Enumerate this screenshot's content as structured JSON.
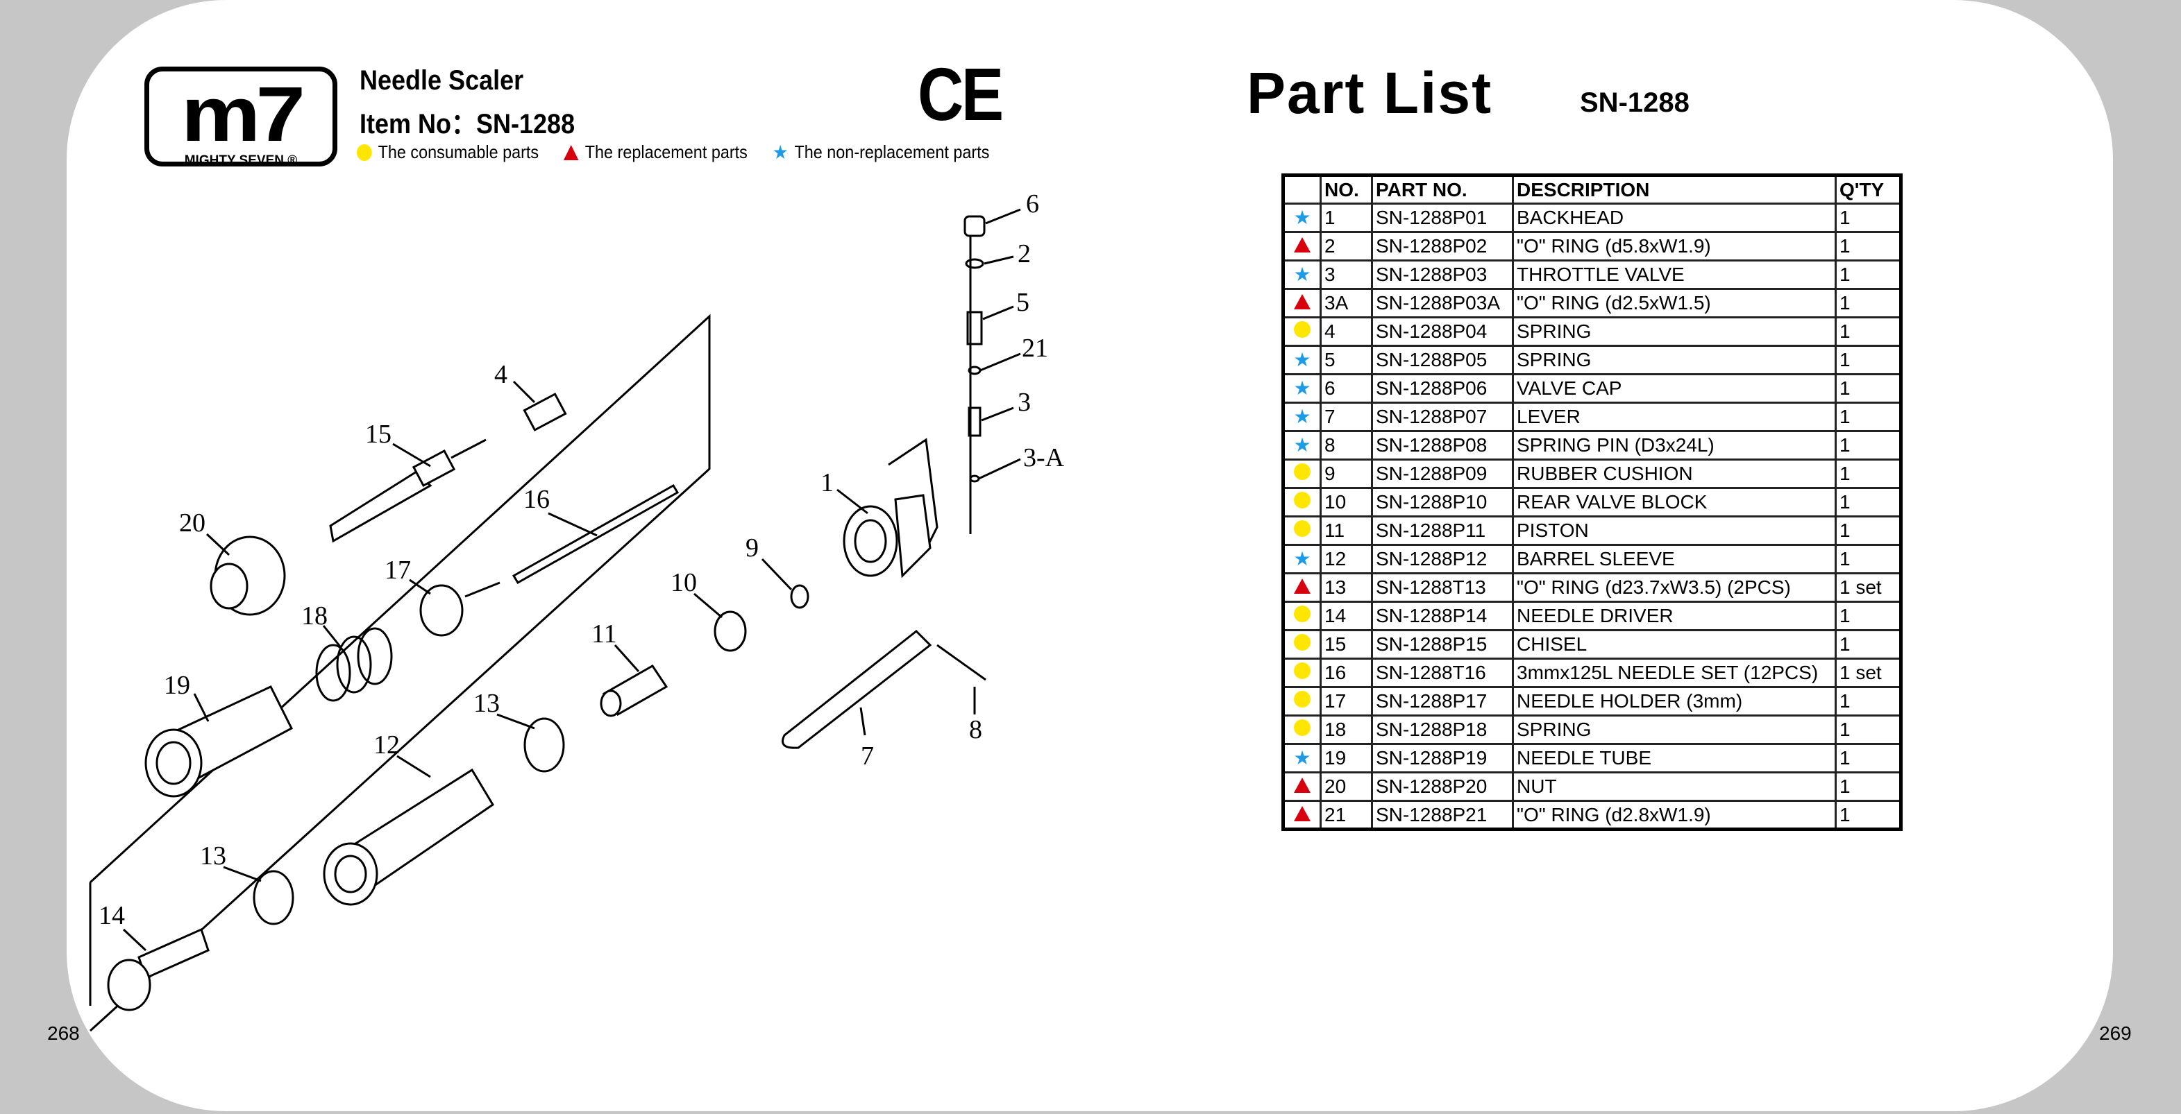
{
  "brand": {
    "logo_text": "m7",
    "logo_sub": "MIGHTY SEVEN ®"
  },
  "header": {
    "product": "Needle Scaler",
    "item_label": "Item No：SN-1288",
    "ce": "CE"
  },
  "legend": [
    {
      "icon": "yellow-circle",
      "label": "The consumable parts",
      "color": "#ffe600"
    },
    {
      "icon": "red-triangle",
      "label": "The replacement parts",
      "color": "#d7000f"
    },
    {
      "icon": "blue-star",
      "label": "The non-replacement parts",
      "color": "#1e9be6"
    }
  ],
  "part_list": {
    "title": "Part List",
    "model": "SN-1288",
    "columns": [
      "NO.",
      "PART NO.",
      "DESCRIPTION",
      "Q'TY"
    ],
    "rows": [
      {
        "type": "star",
        "no": "1",
        "part": "SN-1288P01",
        "desc": "BACKHEAD",
        "qty": "1"
      },
      {
        "type": "tri",
        "no": "2",
        "part": "SN-1288P02",
        "desc": "\"O\" RING (d5.8xW1.9)",
        "qty": "1"
      },
      {
        "type": "star",
        "no": "3",
        "part": "SN-1288P03",
        "desc": "THROTTLE VALVE",
        "qty": "1"
      },
      {
        "type": "tri",
        "no": "3A",
        "part": "SN-1288P03A",
        "desc": "\"O\" RING (d2.5xW1.5)",
        "qty": "1"
      },
      {
        "type": "dot",
        "no": "4",
        "part": "SN-1288P04",
        "desc": "SPRING",
        "qty": "1"
      },
      {
        "type": "star",
        "no": "5",
        "part": "SN-1288P05",
        "desc": "SPRING",
        "qty": "1"
      },
      {
        "type": "star",
        "no": "6",
        "part": "SN-1288P06",
        "desc": "VALVE CAP",
        "qty": "1"
      },
      {
        "type": "star",
        "no": "7",
        "part": "SN-1288P07",
        "desc": "LEVER",
        "qty": "1"
      },
      {
        "type": "star",
        "no": "8",
        "part": "SN-1288P08",
        "desc": "SPRING PIN (D3x24L)",
        "qty": "1"
      },
      {
        "type": "dot",
        "no": "9",
        "part": "SN-1288P09",
        "desc": "RUBBER CUSHION",
        "qty": "1"
      },
      {
        "type": "dot",
        "no": "10",
        "part": "SN-1288P10",
        "desc": "REAR VALVE BLOCK",
        "qty": "1"
      },
      {
        "type": "dot",
        "no": "11",
        "part": "SN-1288P11",
        "desc": "PISTON",
        "qty": "1"
      },
      {
        "type": "star",
        "no": "12",
        "part": "SN-1288P12",
        "desc": "BARREL SLEEVE",
        "qty": "1"
      },
      {
        "type": "tri",
        "no": "13",
        "part": "SN-1288T13",
        "desc": "\"O\" RING (d23.7xW3.5) (2PCS)",
        "qty": "1 set"
      },
      {
        "type": "dot",
        "no": "14",
        "part": "SN-1288P14",
        "desc": "NEEDLE DRIVER",
        "qty": "1"
      },
      {
        "type": "dot",
        "no": "15",
        "part": "SN-1288P15",
        "desc": "CHISEL",
        "qty": "1"
      },
      {
        "type": "dot",
        "no": "16",
        "part": "SN-1288T16",
        "desc": "3mmx125L NEEDLE SET (12PCS)",
        "qty": "1 set"
      },
      {
        "type": "dot",
        "no": "17",
        "part": "SN-1288P17",
        "desc": "NEEDLE HOLDER (3mm)",
        "qty": "1"
      },
      {
        "type": "dot",
        "no": "18",
        "part": "SN-1288P18",
        "desc": "SPRING",
        "qty": "1"
      },
      {
        "type": "star",
        "no": "19",
        "part": "SN-1288P19",
        "desc": "NEEDLE TUBE",
        "qty": "1"
      },
      {
        "type": "tri",
        "no": "20",
        "part": "SN-1288P20",
        "desc": "NUT",
        "qty": "1"
      },
      {
        "type": "tri",
        "no": "21",
        "part": "SN-1288P21",
        "desc": "\"O\" RING (d2.8xW1.9)",
        "qty": "1"
      }
    ]
  },
  "diagram_labels": [
    "6",
    "2",
    "5",
    "21",
    "3",
    "3-A",
    "1",
    "4",
    "15",
    "16",
    "20",
    "17",
    "9",
    "10",
    "18",
    "11",
    "19",
    "13",
    "12",
    "7",
    "8",
    "13",
    "14"
  ],
  "page_numbers": {
    "left": "268",
    "right": "269"
  }
}
